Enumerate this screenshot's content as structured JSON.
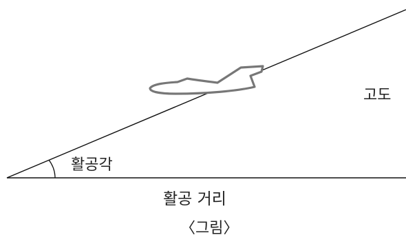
{
  "labels": {
    "glide_angle": "활공각",
    "altitude": "고도",
    "glide_distance": "활공 거리",
    "caption": "〈그림〉"
  },
  "colors": {
    "line": "#111111",
    "aircraft": "#777777",
    "text": "#222222"
  }
}
